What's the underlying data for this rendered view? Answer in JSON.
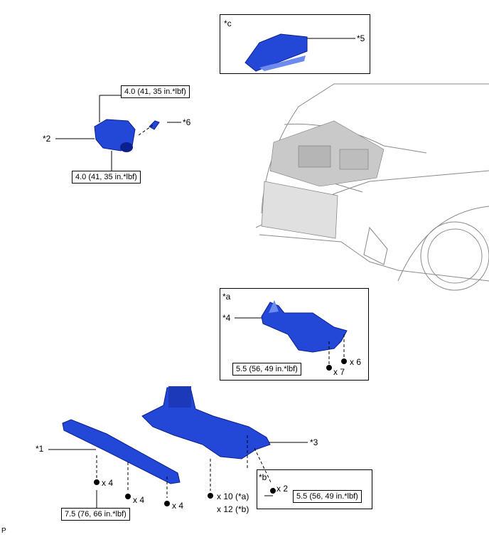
{
  "callouts": {
    "c_label": "*c",
    "a_label": "*a",
    "b_label": "*b",
    "item5": "*5",
    "item2": "*2",
    "item6": "*6",
    "item4": "*4",
    "item1": "*1",
    "item3": "*3"
  },
  "torques": {
    "upper_top": "4.0 (41, 35 in.*lbf)",
    "upper_bottom": "4.0 (41, 35 in.*lbf)",
    "frame_a": "5.5 (56, 49 in.*lbf)",
    "frame_b": "5.5 (56, 49 in.*lbf)",
    "left_cover": "7.5 (76, 66 in.*lbf)"
  },
  "quantities": {
    "a_x7": "x 7",
    "a_x6": "x 6",
    "b_x2": "x 2",
    "left_x4_1": "x 4",
    "left_x4_2": "x 4",
    "left_x4_3": "x 4",
    "x10": "x 10 (*a)",
    "x12": "x 12 (*b)"
  },
  "footer_code": "P",
  "colors": {
    "part_blue": "#2348d8",
    "part_dark": "#0b1f8f",
    "line": "#000000"
  }
}
